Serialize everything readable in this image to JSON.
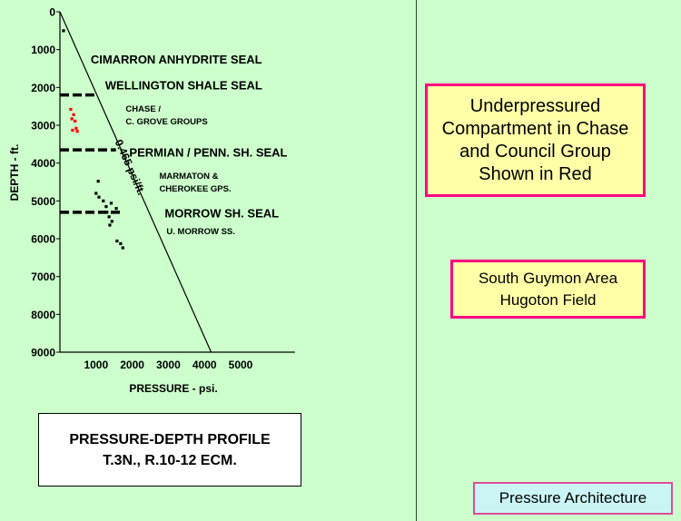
{
  "chart_data": {
    "type": "scatter",
    "xlabel": "PRESSURE - psi.",
    "ylabel": "DEPTH - ft.",
    "xlim": [
      0,
      6500
    ],
    "ylim": [
      0,
      9000
    ],
    "y_inverted": true,
    "x_ticks": [
      "1000",
      "2000",
      "3000",
      "4000",
      "5000"
    ],
    "y_ticks": [
      "0",
      "1000",
      "2000",
      "3000",
      "4000",
      "5000",
      "6000",
      "7000",
      "8000",
      "9000"
    ],
    "gradient_line": {
      "label": "0.465 psi/ft.",
      "points": [
        [
          0,
          0
        ],
        [
          4185,
          9000
        ]
      ]
    },
    "seals": [
      {
        "label": "CIMARRON ANHYDRITE SEAL",
        "depth": null
      },
      {
        "label": "WELLINGTON SHALE SEAL",
        "depth": 2200
      },
      {
        "label": "PERMIAN / PENN. SH. SEAL",
        "depth": 3650
      },
      {
        "label": "MORROW SH. SEAL",
        "depth": 5300
      }
    ],
    "zone_labels": [
      {
        "lines": [
          "CHASE /",
          "C. GROVE GROUPS"
        ]
      },
      {
        "lines": [
          "MARMATON &",
          "CHEROKEE GPS."
        ]
      },
      {
        "lines": [
          "U. MORROW SS."
        ]
      }
    ],
    "series": [
      {
        "color": "#ff0000",
        "points": [
          [
            300,
            2580
          ],
          [
            380,
            2720
          ],
          [
            330,
            2830
          ],
          [
            420,
            2890
          ],
          [
            450,
            3080
          ],
          [
            350,
            3130
          ],
          [
            480,
            3160
          ]
        ]
      },
      {
        "color": "#000000",
        "points": [
          [
            100,
            500
          ],
          [
            1060,
            4480
          ],
          [
            1000,
            4800
          ],
          [
            1080,
            4900
          ],
          [
            1200,
            5000
          ],
          [
            1420,
            5060
          ],
          [
            1280,
            5150
          ],
          [
            1560,
            5200
          ],
          [
            1300,
            5300
          ],
          [
            1360,
            5420
          ],
          [
            1440,
            5540
          ],
          [
            1380,
            5640
          ],
          [
            1580,
            6060
          ],
          [
            1680,
            6130
          ],
          [
            1740,
            6240
          ]
        ]
      }
    ]
  },
  "caption": {
    "line1": "PRESSURE-DEPTH PROFILE",
    "line2": "T.3N., R.10-12 ECM."
  },
  "callout": {
    "lines": [
      "Underpressured",
      "Compartment in Chase",
      "and Council Group",
      "Shown in Red"
    ]
  },
  "area": {
    "line1": "South Guymon Area",
    "line2": "Hugoton Field"
  },
  "footer": {
    "label": "Pressure Architecture"
  },
  "colors": {
    "background": "#ccffcc",
    "callout_fill": "#ffffa8",
    "callout_border": "#ff0080",
    "footer_fill": "#cbf5f5"
  }
}
